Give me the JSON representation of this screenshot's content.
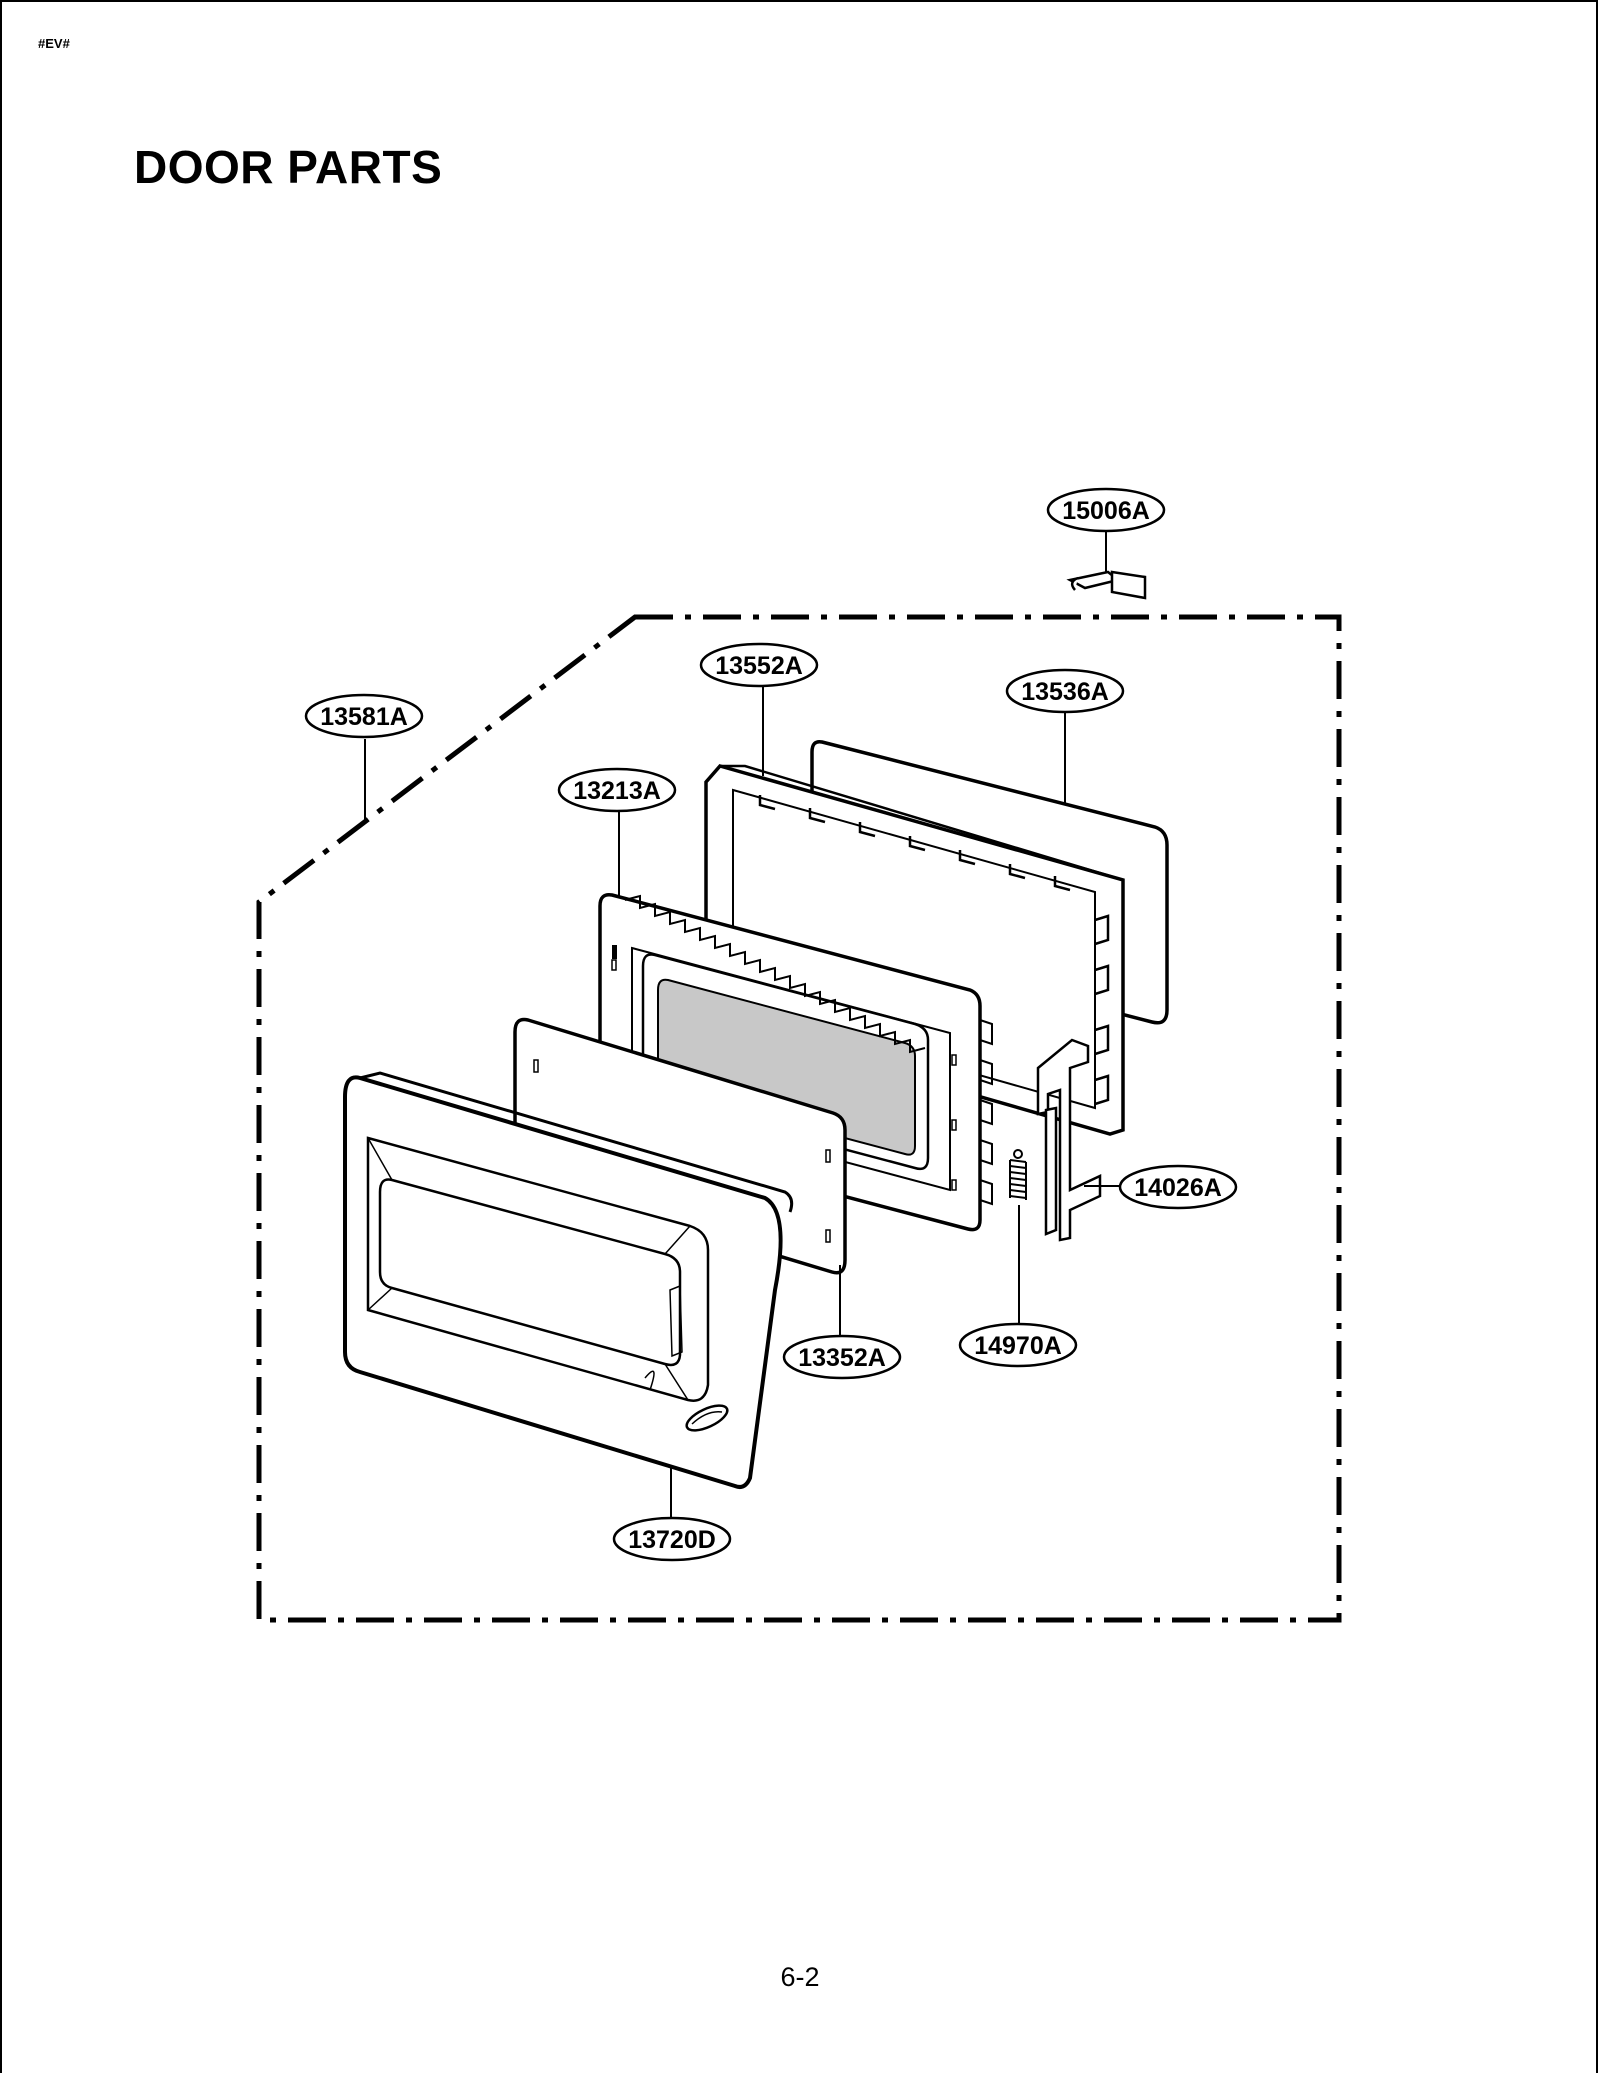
{
  "document": {
    "code": "#EV#",
    "title": "DOOR PARTS",
    "page_number": "6-2"
  },
  "parts": [
    {
      "id": "p15006",
      "label": "15006A"
    },
    {
      "id": "p13552",
      "label": "13552A"
    },
    {
      "id": "p13536",
      "label": "13536A"
    },
    {
      "id": "p13581",
      "label": "13581A"
    },
    {
      "id": "p13213",
      "label": "13213A"
    },
    {
      "id": "p14026",
      "label": "14026A"
    },
    {
      "id": "p14970",
      "label": "14970A"
    },
    {
      "id": "p13352",
      "label": "13352A"
    },
    {
      "id": "p13720",
      "label": "13720D"
    }
  ],
  "colors": {
    "line": "#000000",
    "window_glass": "#c8c8c8",
    "background": "#ffffff"
  }
}
